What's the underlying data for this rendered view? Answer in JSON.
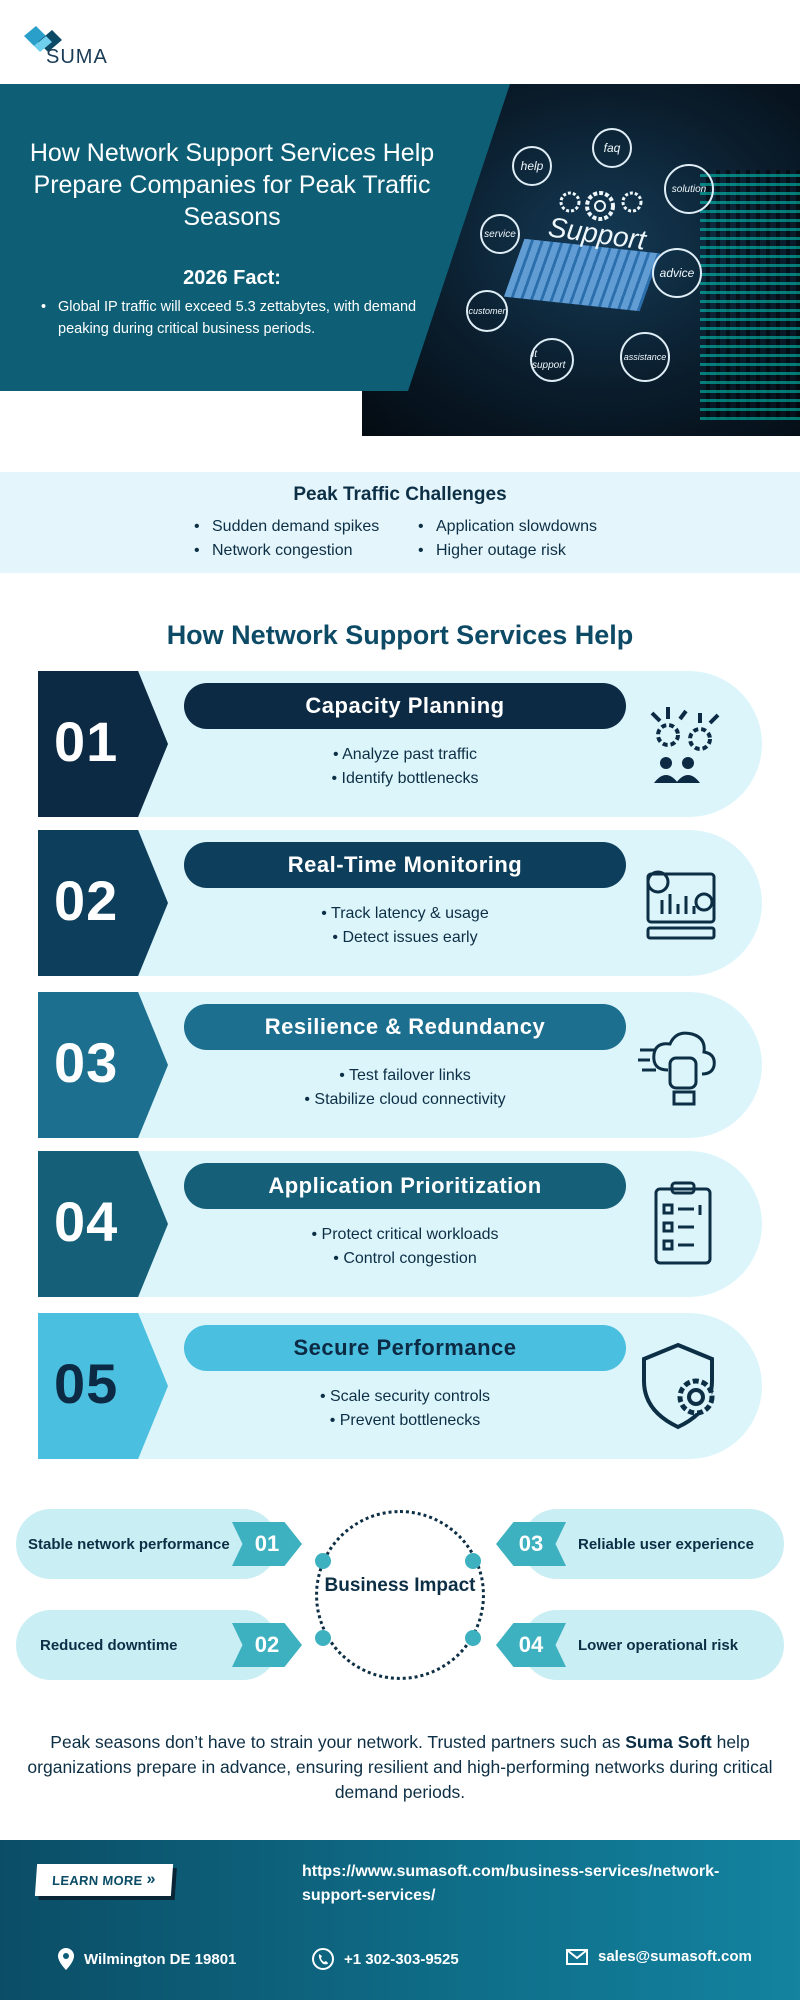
{
  "brand": {
    "name": "SUMA"
  },
  "hero": {
    "title": "How Network Support Services Help Prepare Companies for Peak Traffic Seasons",
    "fact_title": "2026 Fact:",
    "fact_text": "Global IP traffic will exceed 5.3 zettabytes, with demand peaking during critical business periods.",
    "image_words": {
      "support": "Support",
      "help": "help",
      "faq": "faq",
      "solution": "solution",
      "service": "service",
      "advice": "advice",
      "customer": "customer",
      "it_support": "it support",
      "assistance": "assistance"
    }
  },
  "challenges": {
    "title": "Peak Traffic Challenges",
    "items": [
      "Sudden demand spikes",
      "Network congestion",
      "Application slowdowns",
      "Higher outage risk"
    ]
  },
  "section_title": "How Network Support Services Help",
  "steps": [
    {
      "num": "01",
      "title": "Capacity Planning",
      "lines": [
        "• Analyze past traffic",
        "• Identify bottlenecks"
      ],
      "icon": "gears-team-icon",
      "color": "#0c2a44",
      "pill_color": "#0c2a44"
    },
    {
      "num": "02",
      "title": "Real-Time Monitoring",
      "lines": [
        "• Track latency & usage",
        "• Detect issues early"
      ],
      "icon": "monitoring-dashboard-icon",
      "color": "#0d3f5c",
      "pill_color": "#0d3f5c"
    },
    {
      "num": "03",
      "title": "Resilience & Redundancy",
      "lines": [
        "• Test failover links",
        "• Stabilize cloud connectivity"
      ],
      "icon": "cloud-fist-icon",
      "color": "#1c6f8f",
      "pill_color": "#1c6f8f"
    },
    {
      "num": "04",
      "title": "Application Prioritization",
      "lines": [
        "• Protect critical workloads",
        "• Control congestion"
      ],
      "icon": "priority-checklist-icon",
      "color": "#155f79",
      "pill_color": "#155f79"
    },
    {
      "num": "05",
      "title": "Secure Performance",
      "lines": [
        "• Scale security controls",
        "• Prevent bottlenecks"
      ],
      "icon": "shield-gear-icon",
      "color": "#4bbfdf",
      "pill_color": "#4bbfdf"
    }
  ],
  "impact": {
    "center": "Business Impact",
    "items": [
      {
        "num": "01",
        "label": "Stable network performance"
      },
      {
        "num": "02",
        "label": "Reduced downtime"
      },
      {
        "num": "03",
        "label": "Reliable user experience"
      },
      {
        "num": "04",
        "label": "Lower operational risk"
      }
    ]
  },
  "closing": {
    "before": "Peak seasons don’t have to strain your network. Trusted partners such as ",
    "brand": "Suma Soft",
    "after": " help organizations prepare in advance, ensuring resilient and high-performing networks during critical demand periods."
  },
  "footer": {
    "button": "LEARN MORE",
    "url": "https://www.sumasoft.com/business-services/network-support-services/",
    "location": "Wilmington DE 19801",
    "phone": "+1 302-303-9525",
    "email": "sales@sumasoft.com"
  }
}
